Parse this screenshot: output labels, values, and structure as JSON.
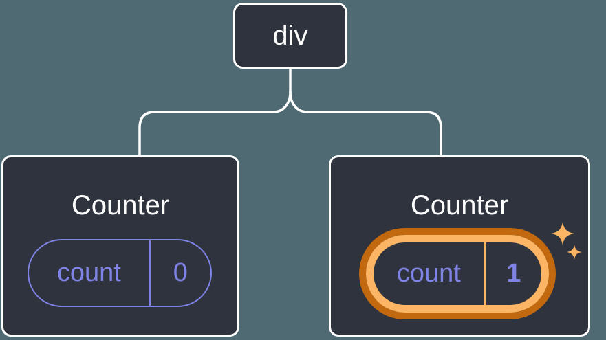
{
  "diagram": {
    "type": "react-component-tree",
    "root": {
      "label": "div"
    },
    "children": [
      {
        "title": "Counter",
        "state": {
          "key": "count",
          "value": "0"
        },
        "highlighted": false
      },
      {
        "title": "Counter",
        "state": {
          "key": "count",
          "value": "1"
        },
        "highlighted": true,
        "icon": "sparkles-icon"
      }
    ]
  },
  "colors": {
    "background": "#4F6A72",
    "node_fill": "#2E333D",
    "node_border": "#FFFFFF",
    "connector": "#FFFFFF",
    "title_text": "#FCFCFC",
    "state_purple": "#8083E6",
    "highlight_orange_light": "#FBB564",
    "highlight_orange_dark": "#C2690F"
  }
}
